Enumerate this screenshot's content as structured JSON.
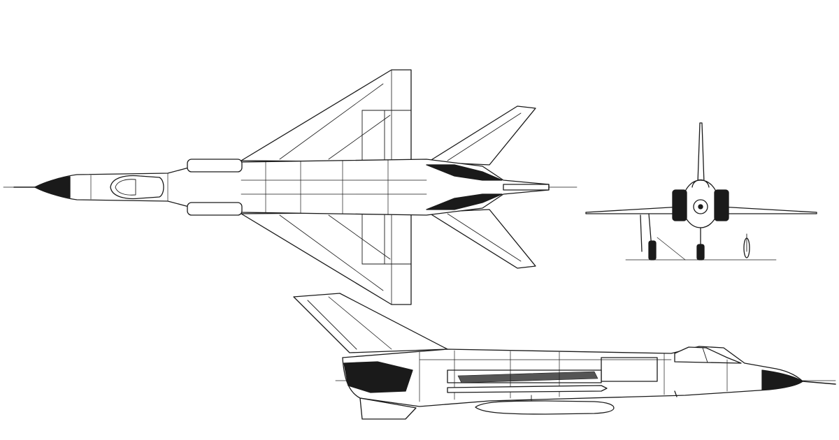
{
  "drawing": {
    "views": [
      {
        "view": "top",
        "label": ""
      },
      {
        "view": "front",
        "label": ""
      },
      {
        "view": "side",
        "label": ""
      }
    ],
    "ink_color": "#1a1a1a",
    "paper_color": "#ffffff"
  }
}
